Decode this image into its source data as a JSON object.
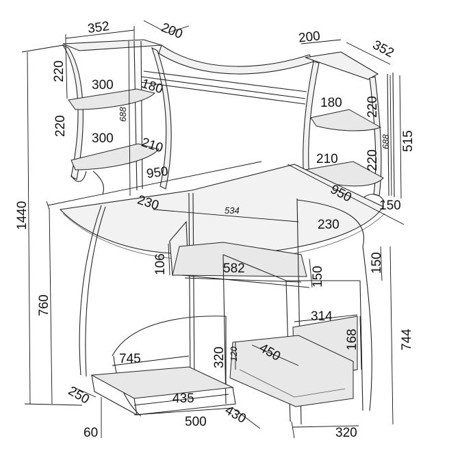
{
  "drawing": {
    "labels": {
      "w352_left": "352",
      "w200_left": "200",
      "w200_right": "200",
      "w352_right": "352",
      "h220_l1": "220",
      "h220_l2": "220",
      "s300_l1": "300",
      "s300_l2": "300",
      "s180_l": "180",
      "h688_l": "688",
      "s210_l": "210",
      "w950_l": "950",
      "h1440": "1440",
      "d230_l": "230",
      "w534": "534",
      "s180_r": "180",
      "h220_r1": "220",
      "h220_r2": "220",
      "h688_r": "688",
      "h515": "515",
      "s210_r": "210",
      "w950_r": "950",
      "h150_r1": "150",
      "d230_r": "230",
      "h106": "106",
      "w582": "582",
      "h150_mid": "150",
      "h150_r2": "150",
      "h760": "760",
      "h744": "744",
      "w314": "314",
      "h168": "168",
      "w745": "745",
      "h320": "320",
      "h120": "120",
      "d450": "450",
      "d250": "250",
      "w435": "435",
      "w500": "500",
      "d430": "430",
      "h60": "60",
      "w320": "320"
    }
  }
}
